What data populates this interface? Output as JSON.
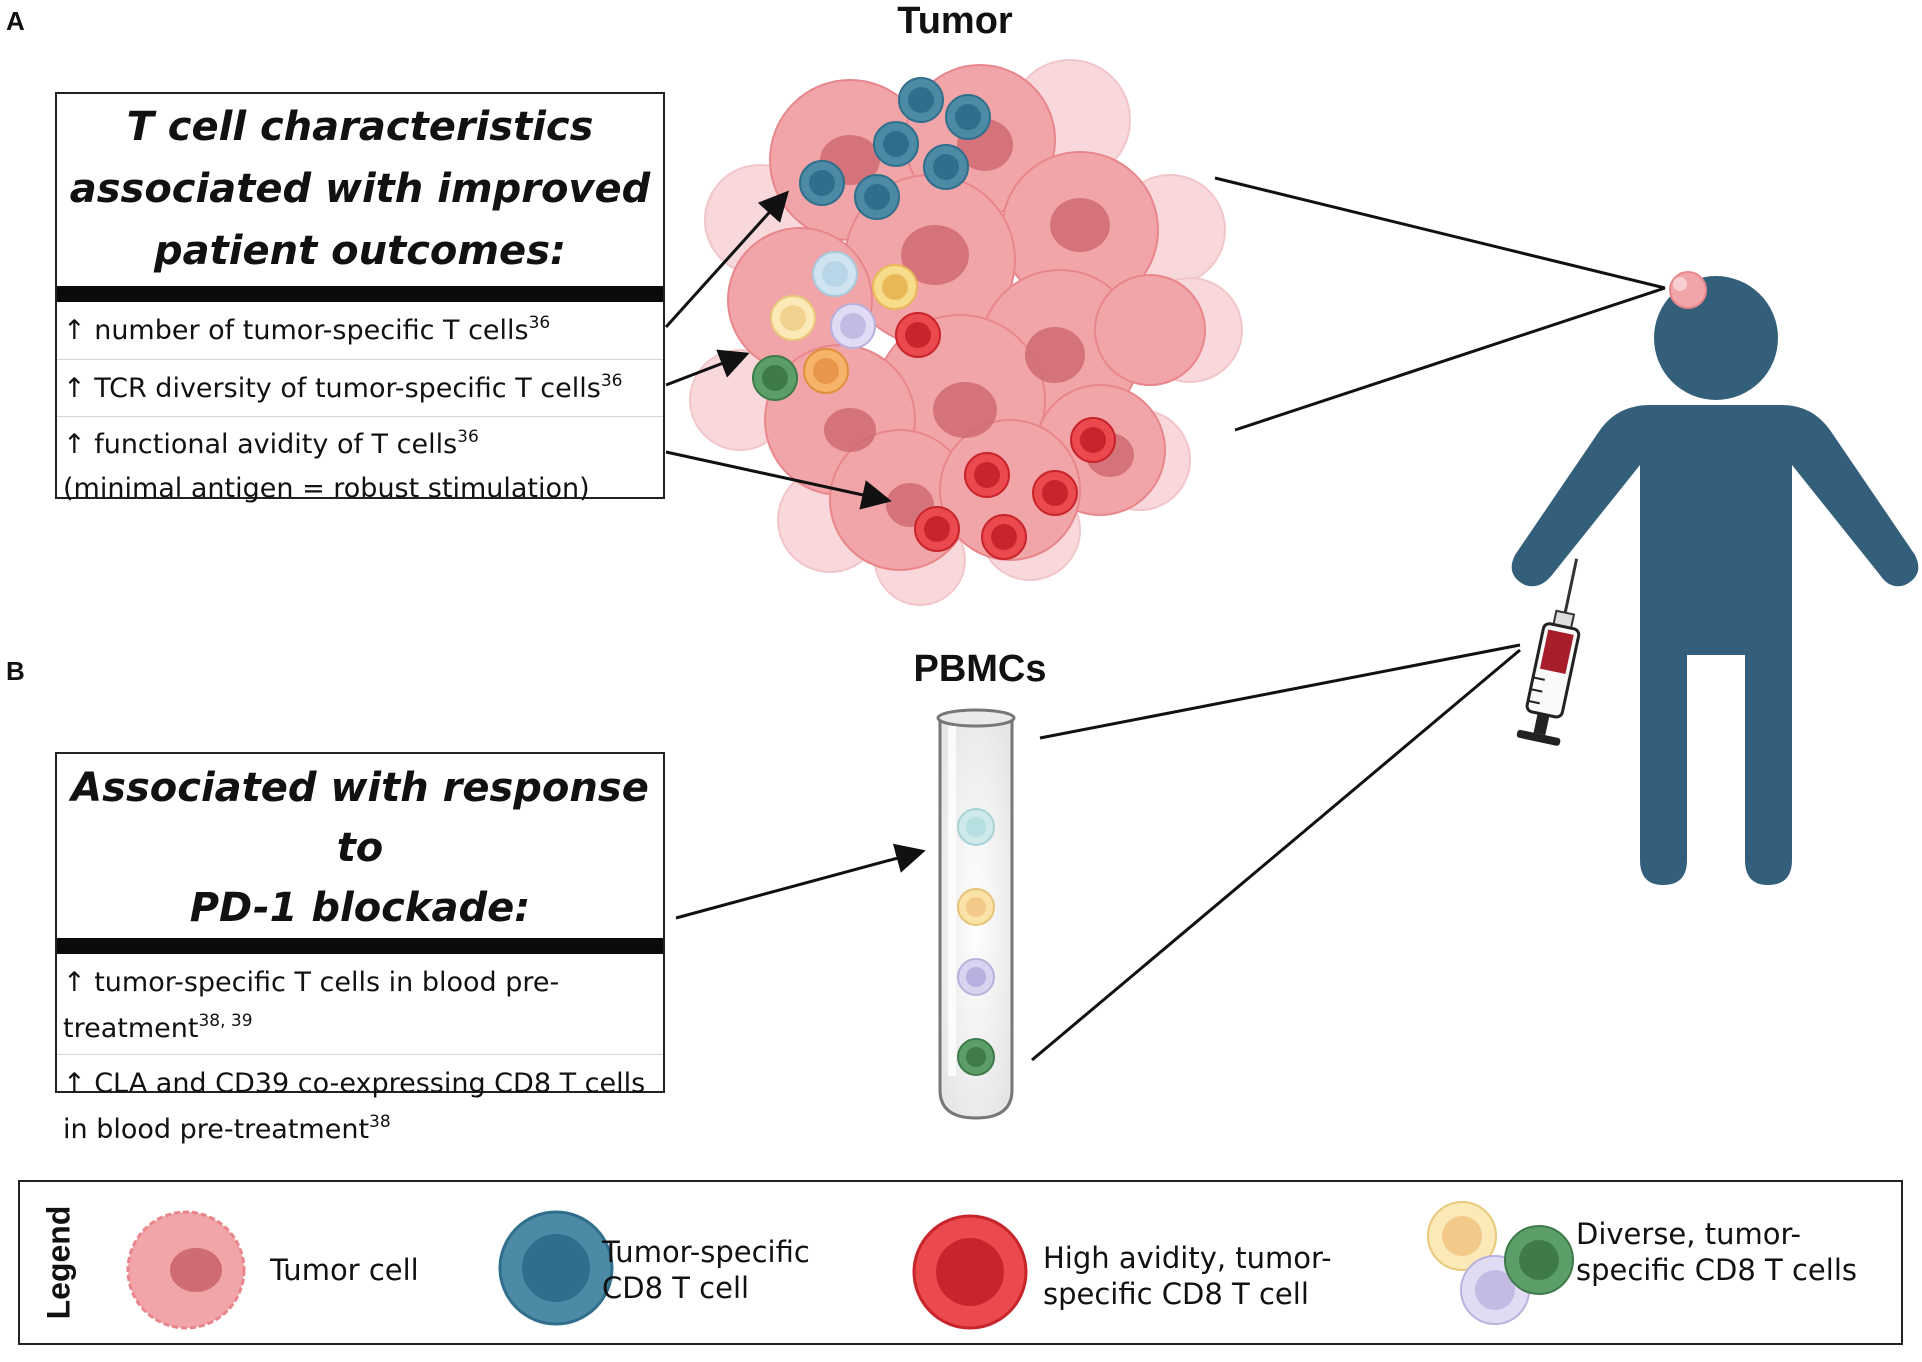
{
  "panels": {
    "a": "A",
    "b": "B"
  },
  "section_titles": {
    "tumor": "Tumor",
    "pbmcs": "PBMCs"
  },
  "box_a": {
    "title_lines": [
      "T cell characteristics",
      "associated with improved",
      "patient outcomes:"
    ],
    "items": [
      {
        "lines": [
          "↑ number of tumor-specific T cells"
        ],
        "ref": "36"
      },
      {
        "lines": [
          "↑ TCR diversity of tumor-specific T cells"
        ],
        "ref": "36"
      },
      {
        "lines": [
          "↑ functional avidity of T cells",
          "(minimal antigen = robust stimulation)"
        ],
        "ref": "36"
      }
    ]
  },
  "box_b": {
    "title_lines": [
      "Associated with response to",
      "PD-1 blockade:"
    ],
    "items": [
      {
        "lines": [
          "↑ tumor-specific T cells in blood pre-",
          "treatment"
        ],
        "ref": "38, 39"
      },
      {
        "lines": [
          "↑ CLA and CD39 co-expressing CD8 T cells",
          "in blood pre-treatment"
        ],
        "ref": "38"
      }
    ]
  },
  "legend": {
    "heading": "Legend",
    "entries": [
      {
        "lines": [
          "Tumor cell"
        ]
      },
      {
        "lines": [
          "Tumor-specific",
          "CD8 T cell"
        ]
      },
      {
        "lines": [
          "High avidity, tumor-",
          "specific CD8 T cell"
        ]
      },
      {
        "lines": [
          "Diverse, tumor-",
          "specific CD8 T cells"
        ]
      }
    ]
  },
  "colors": {
    "tumor_cell": "#f2a5a8",
    "tumor_nucleus": "#cf6b72",
    "tumor_specific_cell": "#4d8aa6",
    "tumor_specific_nucleus": "#2f6f8c",
    "high_avidity_cell": "#ea4a4e",
    "high_avidity_nucleus": "#c7242b",
    "diverse_yellow": "#f7dc8c",
    "diverse_light_blue": "#cfe3f0",
    "diverse_lavender": "#d9d3ef",
    "diverse_green": "#5c9e68",
    "diverse_orange": "#f6b46a",
    "person": "#345f7a",
    "syringe_blood": "#a71d2a"
  }
}
